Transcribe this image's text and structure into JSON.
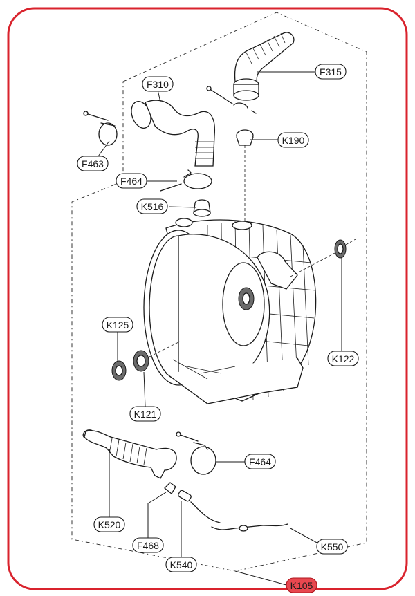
{
  "labels": {
    "F315": "F315",
    "F310": "F310",
    "K190": "K190",
    "F463": "F463",
    "F464_top": "F464",
    "K516": "K516",
    "K125": "K125",
    "K122": "K122",
    "K121": "K121",
    "F464_bottom": "F464",
    "K520": "K520",
    "F468": "F468",
    "K550": "K550",
    "K540": "K540",
    "K105": "K105"
  },
  "colors": {
    "frame": "#d9232d",
    "highlight": "#e8474f",
    "line": "#1a1a1a"
  }
}
